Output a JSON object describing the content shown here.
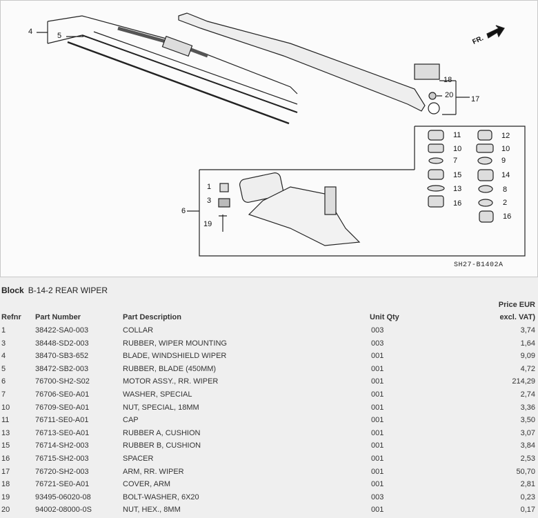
{
  "diagram": {
    "code": "SH27-B1402A",
    "front_marker": "FR.",
    "callouts": {
      "c4": "4",
      "c5": "5",
      "c18": "18",
      "c20": "20",
      "c17": "17",
      "c11": "11",
      "c12": "12",
      "c10a": "10",
      "c10b": "10",
      "c7": "7",
      "c9": "9",
      "c15": "15",
      "c14": "14",
      "c13": "13",
      "c8": "8",
      "c16a": "16",
      "c2": "2",
      "c16b": "16",
      "c1": "1",
      "c3": "3",
      "c19": "19",
      "c6": "6"
    }
  },
  "block": {
    "label": "Block",
    "value": "B-14-2 REAR WIPER"
  },
  "table": {
    "headers": {
      "refnr": "Refnr",
      "part_number": "Part Number",
      "description": "Part Description",
      "unit_qty": "Unit Qty",
      "price_line1": "Price EUR",
      "price_line2": "excl. VAT)"
    },
    "rows": [
      {
        "ref": "1",
        "pn": "38422-SA0-003",
        "desc": "COLLAR",
        "qty": "003",
        "price": "3,74"
      },
      {
        "ref": "3",
        "pn": "38448-SD2-003",
        "desc": "RUBBER, WIPER MOUNTING",
        "qty": "003",
        "price": "1,64"
      },
      {
        "ref": "4",
        "pn": "38470-SB3-652",
        "desc": "BLADE, WINDSHIELD WIPER",
        "qty": "001",
        "price": "9,09"
      },
      {
        "ref": "5",
        "pn": "38472-SB2-003",
        "desc": "RUBBER, BLADE (450MM)",
        "qty": "001",
        "price": "4,72"
      },
      {
        "ref": "6",
        "pn": "76700-SH2-S02",
        "desc": "MOTOR ASSY., RR. WIPER",
        "qty": "001",
        "price": "214,29"
      },
      {
        "ref": "7",
        "pn": "76706-SE0-A01",
        "desc": "WASHER, SPECIAL",
        "qty": "001",
        "price": "2,74"
      },
      {
        "ref": "10",
        "pn": "76709-SE0-A01",
        "desc": "NUT, SPECIAL, 18MM",
        "qty": "001",
        "price": "3,36"
      },
      {
        "ref": "11",
        "pn": "76711-SE0-A01",
        "desc": "CAP",
        "qty": "001",
        "price": "3,50"
      },
      {
        "ref": "13",
        "pn": "76713-SE0-A01",
        "desc": "RUBBER A, CUSHION",
        "qty": "001",
        "price": "3,07"
      },
      {
        "ref": "15",
        "pn": "76714-SH2-003",
        "desc": "RUBBER B, CUSHION",
        "qty": "001",
        "price": "3,84"
      },
      {
        "ref": "16",
        "pn": "76715-SH2-003",
        "desc": "SPACER",
        "qty": "001",
        "price": "2,53"
      },
      {
        "ref": "17",
        "pn": "76720-SH2-003",
        "desc": "ARM, RR. WIPER",
        "qty": "001",
        "price": "50,70"
      },
      {
        "ref": "18",
        "pn": "76721-SE0-A01",
        "desc": "COVER, ARM",
        "qty": "001",
        "price": "2,81"
      },
      {
        "ref": "19",
        "pn": "93495-06020-08",
        "desc": "BOLT-WASHER, 6X20",
        "qty": "003",
        "price": "0,23"
      },
      {
        "ref": "20",
        "pn": "94002-08000-0S",
        "desc": "NUT, HEX., 8MM",
        "qty": "001",
        "price": "0,17"
      }
    ]
  }
}
